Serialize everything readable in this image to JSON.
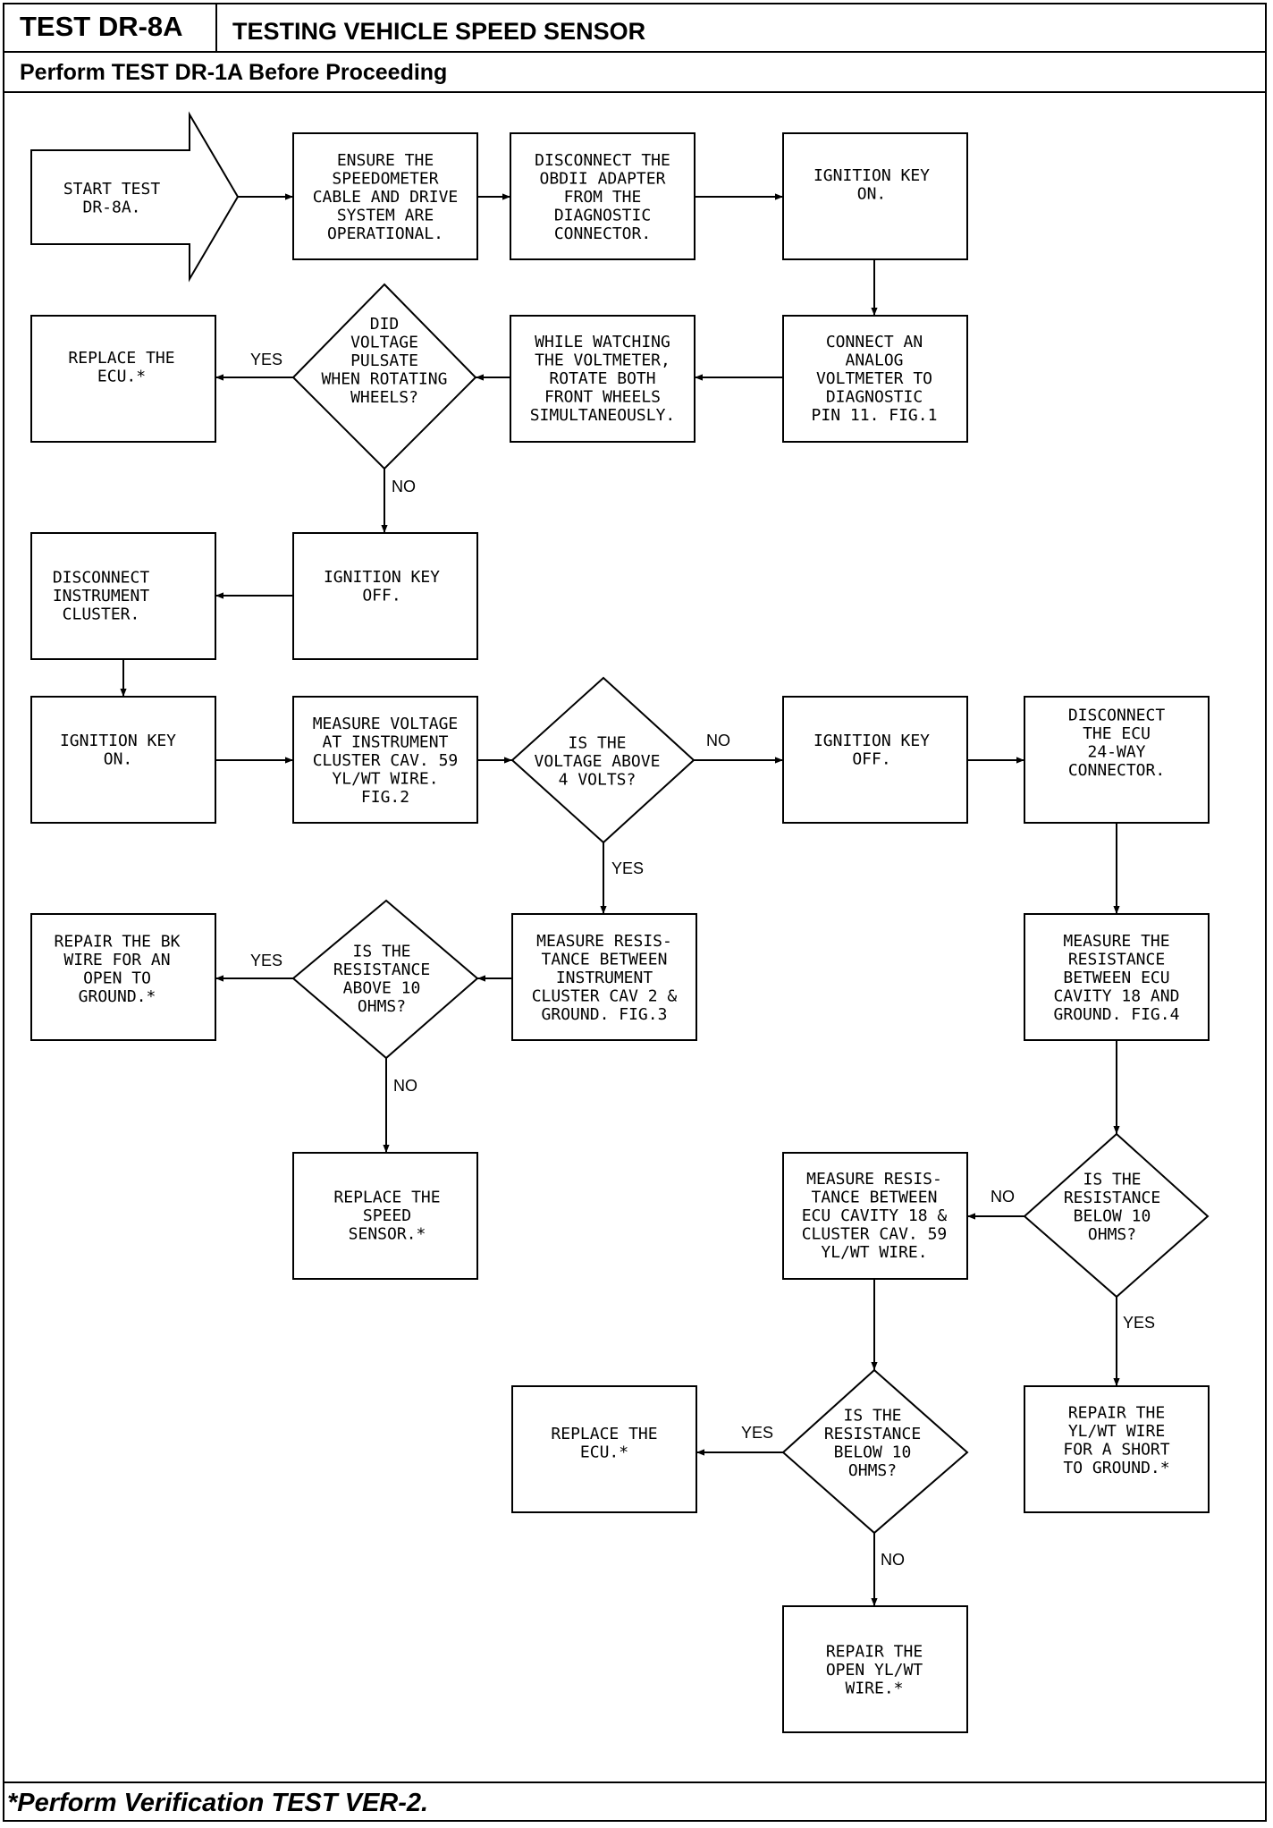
{
  "header": {
    "test_id": "TEST DR-8A",
    "title": "TESTING VEHICLE SPEED SENSOR",
    "prerequisite": "Perform TEST DR-1A Before Proceeding"
  },
  "footer": {
    "note": "*Perform Verification TEST VER-2."
  },
  "nodes": {
    "start": [
      "START TEST",
      "DR-8A."
    ],
    "ensure": [
      "ENSURE THE",
      "SPEEDOMETER",
      "CABLE AND DRIVE",
      "SYSTEM ARE",
      "OPERATIONAL."
    ],
    "disconnect_adapter": [
      "DISCONNECT THE",
      "OBDII ADAPTER",
      "FROM THE",
      "DIAGNOSTIC",
      "CONNECTOR."
    ],
    "key_on_1": [
      "IGNITION KEY",
      "ON."
    ],
    "connect_voltmeter": [
      "CONNECT AN",
      "ANALOG",
      "VOLTMETER TO",
      "DIAGNOSTIC",
      "PIN 11. FIG.1"
    ],
    "rotate_wheels": [
      "WHILE WATCHING",
      "THE VOLTMETER,",
      "ROTATE BOTH",
      "FRONT WHEELS",
      "SIMULTANEOUSLY."
    ],
    "pulsate_q": [
      "DID",
      "VOLTAGE",
      "PULSATE",
      "WHEN ROTATING",
      "WHEELS?"
    ],
    "replace_ecu_1": [
      "REPLACE THE",
      "ECU.*"
    ],
    "key_off_1": [
      "IGNITION KEY",
      "OFF."
    ],
    "disconnect_cluster": [
      "DISCONNECT",
      "INSTRUMENT",
      "CLUSTER."
    ],
    "key_on_2": [
      "IGNITION KEY",
      "ON."
    ],
    "measure_voltage": [
      "MEASURE VOLTAGE",
      "AT INSTRUMENT",
      "CLUSTER CAV. 59",
      "YL/WT WIRE.",
      "FIG.2"
    ],
    "voltage_q": [
      "IS THE",
      "VOLTAGE ABOVE",
      "4 VOLTS?"
    ],
    "key_off_2": [
      "IGNITION KEY",
      "OFF."
    ],
    "disconnect_ecu": [
      "DISCONNECT",
      "THE ECU",
      "24-WAY",
      "CONNECTOR."
    ],
    "measure_cav2": [
      "MEASURE RESIS-",
      "TANCE BETWEEN",
      "INSTRUMENT",
      "CLUSTER CAV 2 &",
      "GROUND. FIG.3"
    ],
    "resistance_above_q": [
      "IS THE",
      "RESISTANCE",
      "ABOVE 10",
      "OHMS?"
    ],
    "repair_bk": [
      "REPAIR THE BK",
      "WIRE FOR AN",
      "OPEN TO",
      "GROUND.*"
    ],
    "replace_sensor": [
      "REPLACE THE",
      "SPEED",
      "SENSOR.*"
    ],
    "measure_ecu18": [
      "MEASURE THE",
      "RESISTANCE",
      "BETWEEN ECU",
      "CAVITY 18 AND",
      "GROUND. FIG.4"
    ],
    "resistance_below_q1": [
      "IS THE",
      "RESISTANCE",
      "BELOW 10",
      "OHMS?"
    ],
    "measure_ecu_cluster": [
      "MEASURE RESIS-",
      "TANCE BETWEEN",
      "ECU CAVITY 18 &",
      "CLUSTER CAV. 59",
      "YL/WT WIRE."
    ],
    "repair_short": [
      "REPAIR THE",
      "YL/WT WIRE",
      "FOR A SHORT",
      "TO GROUND.*"
    ],
    "resistance_below_q2": [
      "IS THE",
      "RESISTANCE",
      "BELOW 10",
      "OHMS?"
    ],
    "replace_ecu_2": [
      "REPLACE THE",
      "ECU.*"
    ],
    "repair_open": [
      "REPAIR THE",
      "OPEN YL/WT",
      "WIRE.*"
    ]
  },
  "edge_labels": {
    "yes": "YES",
    "no": "NO"
  }
}
